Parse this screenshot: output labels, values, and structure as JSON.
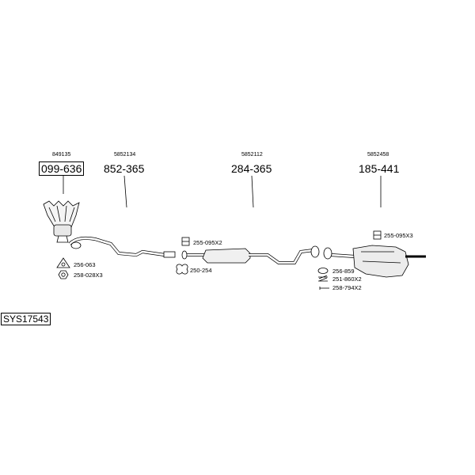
{
  "groups": [
    {
      "oe": "849135",
      "part": "099-636"
    },
    {
      "oe": "5852134",
      "part": "852-365"
    },
    {
      "oe": "5852112",
      "part": "284-365"
    },
    {
      "oe": "5852458",
      "part": "185-441"
    }
  ],
  "accessories": [
    {
      "label": "256-063",
      "icon": "gasket-triangle-icon"
    },
    {
      "label": "258-028X3",
      "icon": "nut-icon"
    },
    {
      "label": "255-095X2",
      "icon": "clamp-bracket-icon"
    },
    {
      "label": "250-254",
      "icon": "rubber-hanger-icon"
    },
    {
      "label": "256-859",
      "icon": "sealing-ring-icon"
    },
    {
      "label": "251-860X2",
      "icon": "spring-icon"
    },
    {
      "label": "258-794X2",
      "icon": "bolt-icon"
    },
    {
      "label": "255-095X3",
      "icon": "clamp-bracket-icon"
    }
  ],
  "system_code": "SYS17543"
}
